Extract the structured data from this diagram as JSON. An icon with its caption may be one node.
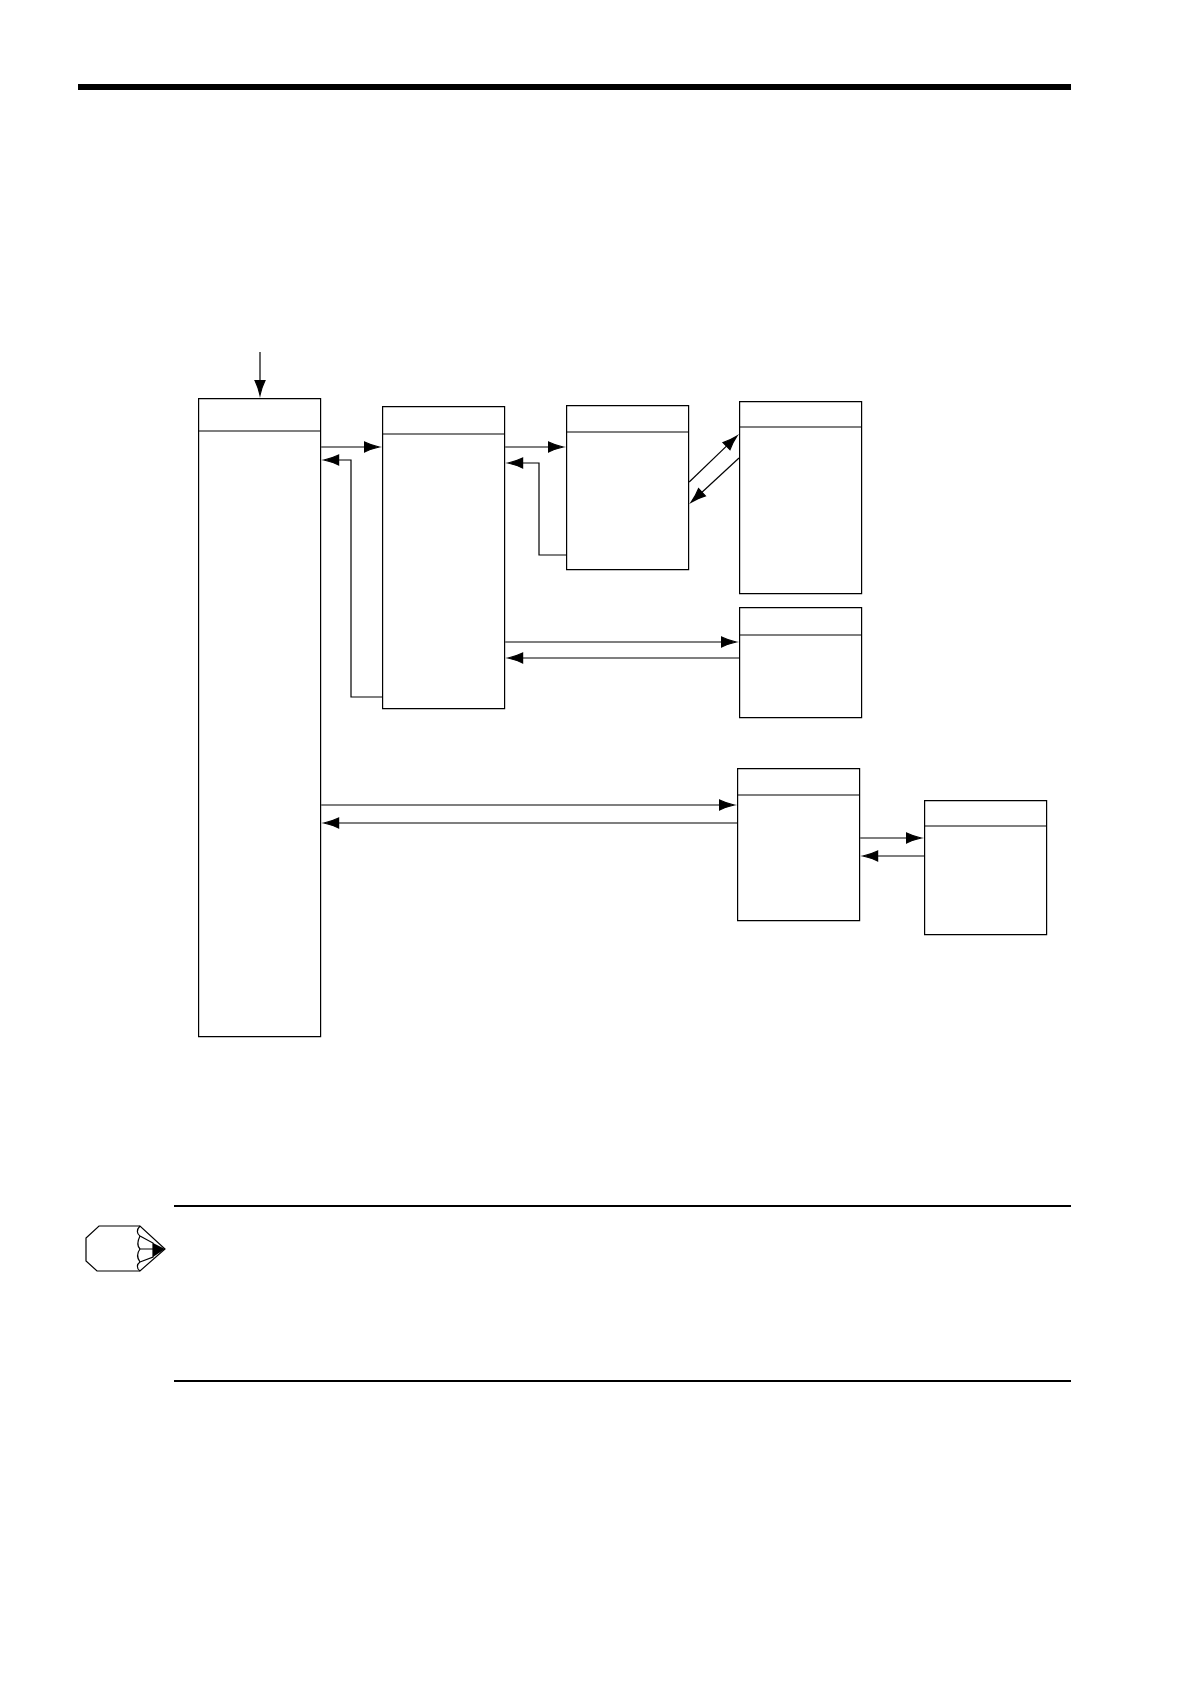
{
  "diagram": {
    "nodes": [
      {
        "text": [],
        "shape": "box"
      },
      {
        "text": [],
        "shape": "box"
      },
      {
        "text": [],
        "shape": "box"
      },
      {
        "text": [],
        "shape": "box"
      },
      {
        "text": [],
        "shape": "box"
      },
      {
        "text": [],
        "shape": "box"
      },
      {
        "text": [],
        "shape": "box"
      }
    ],
    "edges": [
      {
        "from": null,
        "to": 0,
        "arrow": "to"
      },
      {
        "from": 0,
        "to": 1,
        "arrow": "to"
      },
      {
        "from": 1,
        "to": 0,
        "arrow": "to"
      },
      {
        "from": 1,
        "to": 2,
        "arrow": "to"
      },
      {
        "from": 2,
        "to": 1,
        "arrow": "to"
      },
      {
        "from": 2,
        "to": 3,
        "arrow": "to"
      },
      {
        "from": 3,
        "to": 2,
        "arrow": "to"
      },
      {
        "from": 1,
        "to": 4,
        "arrow": "to"
      },
      {
        "from": 4,
        "to": 1,
        "arrow": "to"
      },
      {
        "from": 0,
        "to": 5,
        "arrow": "to"
      },
      {
        "from": 5,
        "to": 0,
        "arrow": "to"
      },
      {
        "from": 5,
        "to": 6,
        "arrow": "to"
      },
      {
        "from": 6,
        "to": 5,
        "arrow": "to"
      }
    ]
  }
}
